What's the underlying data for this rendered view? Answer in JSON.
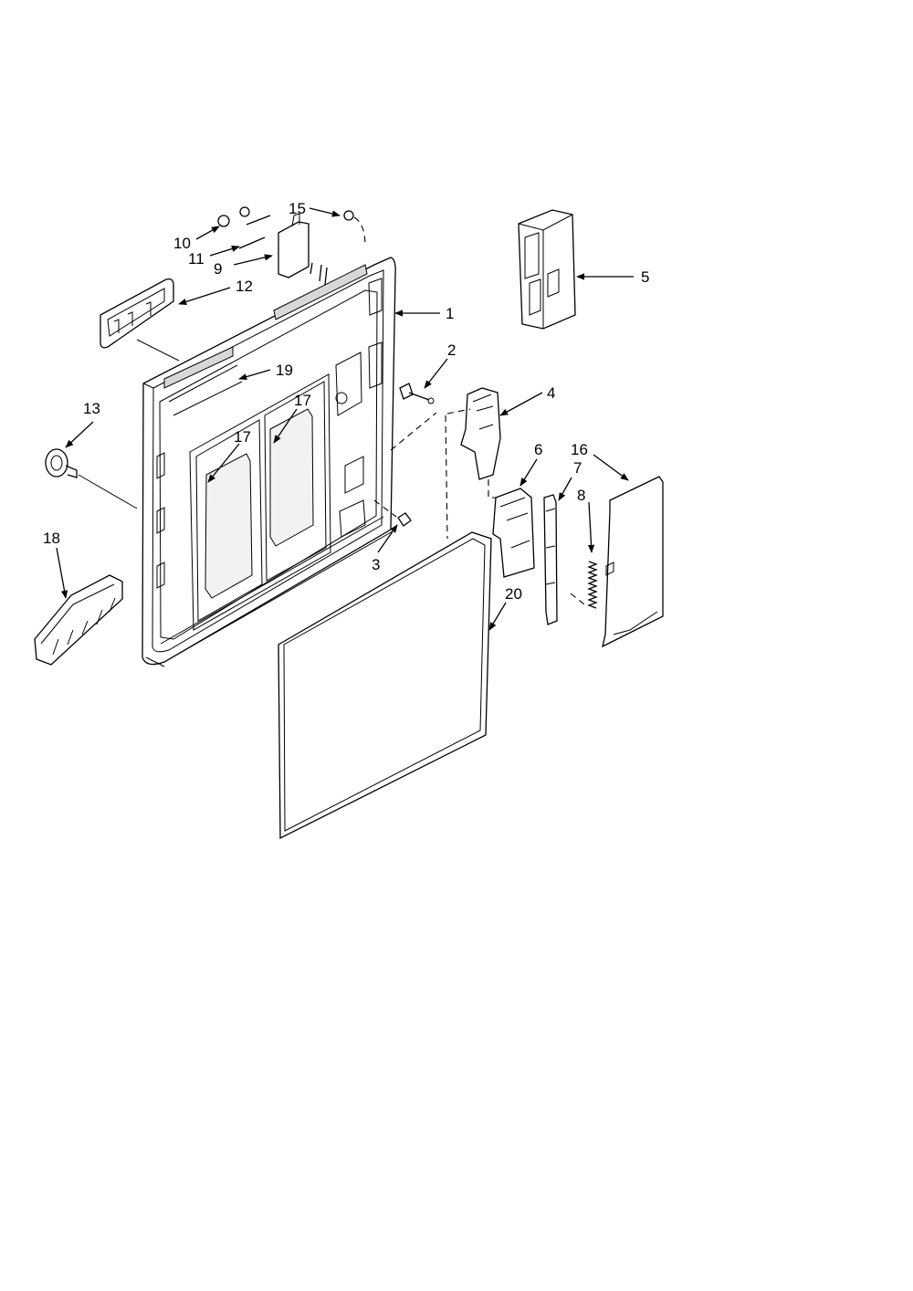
{
  "labels": [
    {
      "id": "1",
      "text": "1"
    },
    {
      "id": "2",
      "text": "2"
    },
    {
      "id": "3",
      "text": "3"
    },
    {
      "id": "4",
      "text": "4"
    },
    {
      "id": "5",
      "text": "5"
    },
    {
      "id": "6",
      "text": "6"
    },
    {
      "id": "7",
      "text": "7"
    },
    {
      "id": "8",
      "text": "8"
    },
    {
      "id": "9",
      "text": "9"
    },
    {
      "id": "10",
      "text": "10"
    },
    {
      "id": "11",
      "text": "11"
    },
    {
      "id": "12",
      "text": "12"
    },
    {
      "id": "13",
      "text": "13"
    },
    {
      "id": "15",
      "text": "15"
    },
    {
      "id": "16",
      "text": "16"
    },
    {
      "id": "17a",
      "text": "17"
    },
    {
      "id": "17b",
      "text": "17"
    },
    {
      "id": "18",
      "text": "18"
    },
    {
      "id": "19",
      "text": "19"
    },
    {
      "id": "20",
      "text": "20"
    }
  ]
}
